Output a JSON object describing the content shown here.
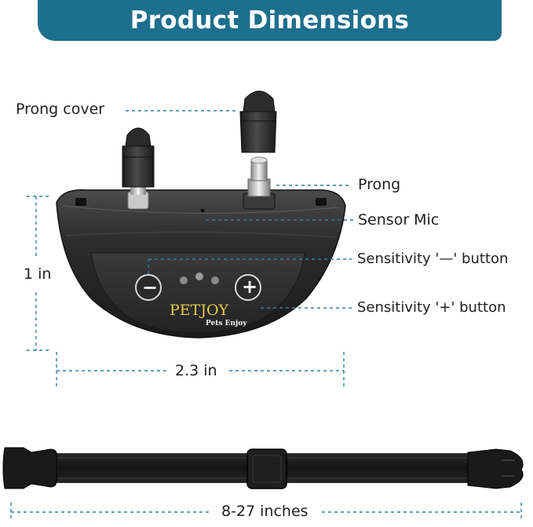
{
  "title": "Product Dimensions",
  "callouts": {
    "prong_cover": "Prong cover",
    "prong": "Prong",
    "sensor_mic": "Sensor Mic",
    "sensitivity_minus": "Sensitivity '—' button",
    "sensitivity_plus": "Sensitivity '+' button"
  },
  "dimensions": {
    "height": "1 in",
    "width": "2.3 in",
    "strap_length": "8-27 inches"
  },
  "device": {
    "brand": "PETJOY",
    "tagline": "Pets Enjoy",
    "minus_symbol": "−",
    "plus_symbol": "+"
  },
  "colors": {
    "banner": "#1d6f8e",
    "dashed_lines": "#2a7fa6",
    "device_body": "#2b2b2b"
  }
}
